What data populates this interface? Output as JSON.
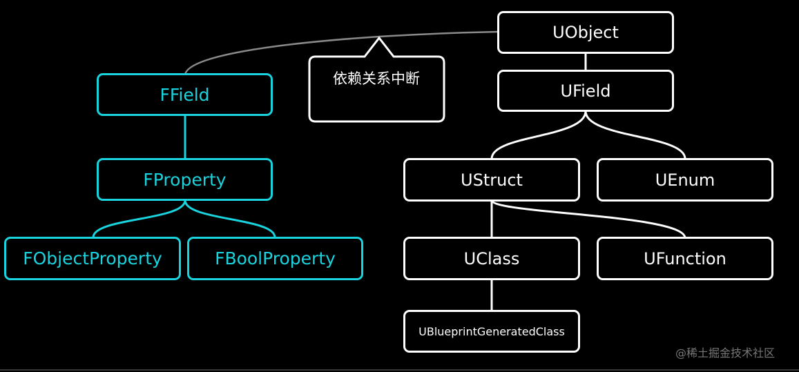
{
  "diagram": {
    "left_tree": {
      "ffield": "FField",
      "fproperty": "FProperty",
      "fobjectproperty": "FObjectProperty",
      "fboolproperty": "FBoolProperty"
    },
    "right_tree": {
      "uobject": "UObject",
      "ufield": "UField",
      "ustruct": "UStruct",
      "uenum": "UEnum",
      "uclass": "UClass",
      "ufunction": "UFunction",
      "ublueprintgeneratedclass": "UBlueprintGeneratedClass"
    },
    "callout": "依赖关系中断"
  },
  "watermark": "@稀土掘金技术社区",
  "colors": {
    "background": "#000000",
    "ffield_family": "#19d4de",
    "uobject_family": "#ffffff",
    "broken_link": "#8a8a8a"
  }
}
